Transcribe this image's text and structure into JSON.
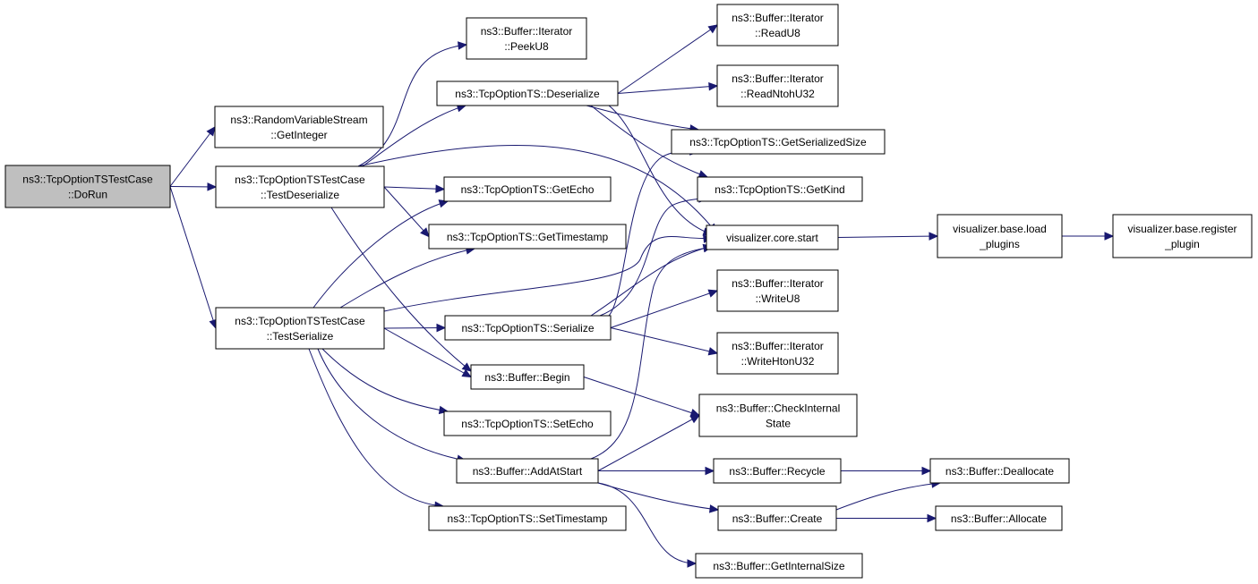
{
  "graph": {
    "nodes": [
      {
        "id": "dorun",
        "lines": [
          "ns3::TcpOptionTSTestCase",
          "::DoRun"
        ],
        "root": true
      },
      {
        "id": "getint",
        "lines": [
          "ns3::RandomVariableStream",
          "::GetInteger"
        ]
      },
      {
        "id": "testdes",
        "lines": [
          "ns3::TcpOptionTSTestCase",
          "::TestDeserialize"
        ]
      },
      {
        "id": "testser",
        "lines": [
          "ns3::TcpOptionTSTestCase",
          "::TestSerialize"
        ]
      },
      {
        "id": "peeku8",
        "lines": [
          "ns3::Buffer::Iterator",
          "::PeekU8"
        ]
      },
      {
        "id": "deser",
        "lines": [
          "ns3::TcpOptionTS::Deserialize"
        ]
      },
      {
        "id": "getecho",
        "lines": [
          "ns3::TcpOptionTS::GetEcho"
        ]
      },
      {
        "id": "getts",
        "lines": [
          "ns3::TcpOptionTS::GetTimestamp"
        ]
      },
      {
        "id": "ser",
        "lines": [
          "ns3::TcpOptionTS::Serialize"
        ]
      },
      {
        "id": "begin",
        "lines": [
          "ns3::Buffer::Begin"
        ]
      },
      {
        "id": "setecho",
        "lines": [
          "ns3::TcpOptionTS::SetEcho"
        ]
      },
      {
        "id": "addatstart",
        "lines": [
          "ns3::Buffer::AddAtStart"
        ]
      },
      {
        "id": "setts",
        "lines": [
          "ns3::TcpOptionTS::SetTimestamp"
        ]
      },
      {
        "id": "readu8",
        "lines": [
          "ns3::Buffer::Iterator",
          "::ReadU8"
        ]
      },
      {
        "id": "readntoh",
        "lines": [
          "ns3::Buffer::Iterator",
          "::ReadNtohU32"
        ]
      },
      {
        "id": "getsersize",
        "lines": [
          "ns3::TcpOptionTS::GetSerializedSize"
        ]
      },
      {
        "id": "getkind",
        "lines": [
          "ns3::TcpOptionTS::GetKind"
        ]
      },
      {
        "id": "vstart",
        "lines": [
          "visualizer.core.start"
        ]
      },
      {
        "id": "writeu8",
        "lines": [
          "ns3::Buffer::Iterator",
          "::WriteU8"
        ]
      },
      {
        "id": "writehton",
        "lines": [
          "ns3::Buffer::Iterator",
          "::WriteHtonU32"
        ]
      },
      {
        "id": "checkstate",
        "lines": [
          "ns3::Buffer::CheckInternal",
          "State"
        ]
      },
      {
        "id": "recycle",
        "lines": [
          "ns3::Buffer::Recycle"
        ]
      },
      {
        "id": "create",
        "lines": [
          "ns3::Buffer::Create"
        ]
      },
      {
        "id": "getintsize",
        "lines": [
          "ns3::Buffer::GetInternalSize"
        ]
      },
      {
        "id": "loadplugins",
        "lines": [
          "visualizer.base.load",
          "_plugins"
        ]
      },
      {
        "id": "regplugin",
        "lines": [
          "visualizer.base.register",
          "_plugin"
        ]
      },
      {
        "id": "dealloc",
        "lines": [
          "ns3::Buffer::Deallocate"
        ]
      },
      {
        "id": "alloc",
        "lines": [
          "ns3::Buffer::Allocate"
        ]
      }
    ],
    "edges": [
      [
        "dorun",
        "getint"
      ],
      [
        "dorun",
        "testdes"
      ],
      [
        "dorun",
        "testser"
      ],
      [
        "testdes",
        "peeku8"
      ],
      [
        "testdes",
        "deser"
      ],
      [
        "testdes",
        "vstart"
      ],
      [
        "testdes",
        "getecho"
      ],
      [
        "testdes",
        "getts"
      ],
      [
        "testdes",
        "begin"
      ],
      [
        "testser",
        "getecho"
      ],
      [
        "testser",
        "getts"
      ],
      [
        "testser",
        "ser"
      ],
      [
        "testser",
        "begin"
      ],
      [
        "testser",
        "setecho"
      ],
      [
        "testser",
        "addatstart"
      ],
      [
        "testser",
        "setts"
      ],
      [
        "testser",
        "vstart"
      ],
      [
        "deser",
        "readu8"
      ],
      [
        "deser",
        "readntoh"
      ],
      [
        "deser",
        "getsersize"
      ],
      [
        "deser",
        "getkind"
      ],
      [
        "deser",
        "vstart"
      ],
      [
        "ser",
        "getsersize"
      ],
      [
        "ser",
        "getkind"
      ],
      [
        "ser",
        "vstart"
      ],
      [
        "ser",
        "writeu8"
      ],
      [
        "ser",
        "writehton"
      ],
      [
        "begin",
        "checkstate"
      ],
      [
        "addatstart",
        "checkstate"
      ],
      [
        "addatstart",
        "recycle"
      ],
      [
        "addatstart",
        "create"
      ],
      [
        "addatstart",
        "getintsize"
      ],
      [
        "addatstart",
        "vstart"
      ],
      [
        "vstart",
        "loadplugins"
      ],
      [
        "loadplugins",
        "regplugin"
      ],
      [
        "recycle",
        "dealloc"
      ],
      [
        "create",
        "dealloc"
      ],
      [
        "create",
        "alloc"
      ]
    ]
  }
}
